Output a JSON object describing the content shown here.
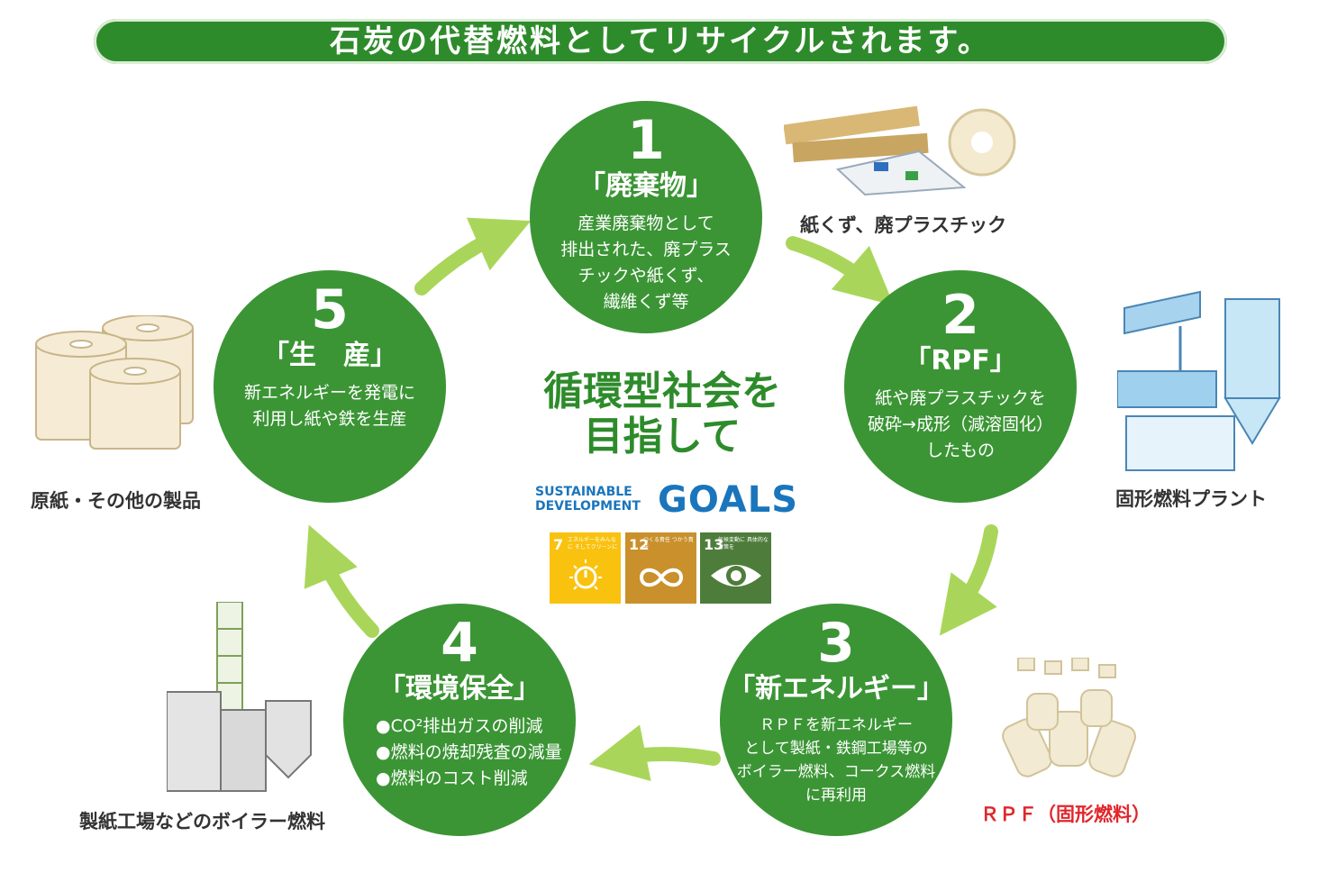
{
  "banner": "石炭の代替燃料としてリサイクルされます。",
  "center": {
    "line1": "循環型社会を",
    "line2": "目指して"
  },
  "sdgs": {
    "sustainable": "SUSTAINABLE",
    "development": "DEVELOPMENT",
    "goals": "GOALS",
    "tiles": [
      {
        "num": "7",
        "label": "エネルギーをみんなに そしてクリーンに",
        "color": "#f9c20f",
        "icon": "sun-power-icon"
      },
      {
        "num": "12",
        "label": "つくる責任 つかう責任",
        "color": "#c9902b",
        "icon": "infinity-icon"
      },
      {
        "num": "13",
        "label": "気候変動に 具体的な対策を",
        "color": "#4e7d3b",
        "icon": "eye-globe-icon"
      }
    ]
  },
  "steps": [
    {
      "num": "1",
      "title": "「廃棄物」",
      "desc": [
        "産業廃棄物として",
        "排出された、廃プラス",
        "チックや紙くず、",
        "繊維くず等"
      ]
    },
    {
      "num": "2",
      "title": "「RPF」",
      "desc": [
        "紙や廃プラスチックを",
        "破砕→成形（減溶固化）",
        "したもの"
      ]
    },
    {
      "num": "3",
      "title": "「新エネルギー」",
      "desc": [
        "ＲＰＦを新エネルギー",
        "として製紙・鉄鋼工場等の",
        "ボイラー燃料、コークス燃料",
        "に再利用"
      ]
    },
    {
      "num": "4",
      "title": "「環境保全」",
      "desc": [
        "●CO²排出ガスの削減",
        "●燃料の焼却残査の減量",
        "●燃料のコスト削減"
      ]
    },
    {
      "num": "5",
      "title": "「生　産」",
      "desc": [
        "新エネルギーを発電に",
        "利用し紙や鉄を生産"
      ]
    }
  ],
  "captions": {
    "waste": "紙くず、廃プラスチック",
    "plant": "固形燃料プラント",
    "rpf": "ＲＰＦ（固形燃料）",
    "boiler": "製紙工場などのボイラー燃料",
    "paper": "原紙・その他の製品"
  },
  "colors": {
    "green": "#3b9535",
    "banner": "#2e8b2b",
    "arrow": "#a9d65a",
    "rpf_caption": "#e0262a"
  }
}
